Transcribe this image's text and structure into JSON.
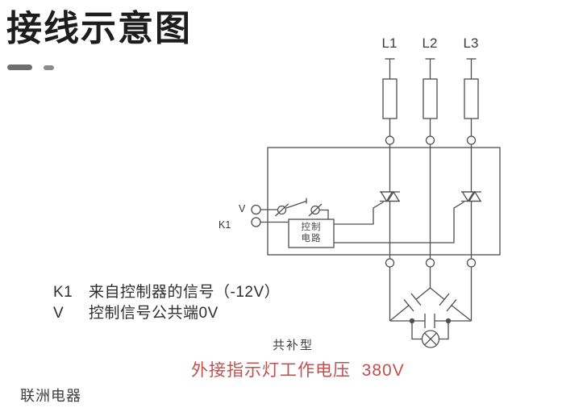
{
  "title": "接线示意图",
  "company": "联洲电器",
  "diagram": {
    "phases": [
      "L1",
      "L2",
      "L3"
    ],
    "terminal_v": "V",
    "terminal_k1": "K1",
    "control_box": {
      "line1": "控制",
      "line2": "电路"
    },
    "notes": [
      {
        "term": "K1",
        "text": "来自控制器的信号（-12V）"
      },
      {
        "term": "V",
        "text": "控制信号公共端0V"
      }
    ],
    "type_label": "共补型",
    "warning": "外接指示灯工作电压  380V",
    "colors": {
      "line": "#4f4f4f",
      "title": "#1d1d1d",
      "warning": "#c0504d"
    }
  }
}
